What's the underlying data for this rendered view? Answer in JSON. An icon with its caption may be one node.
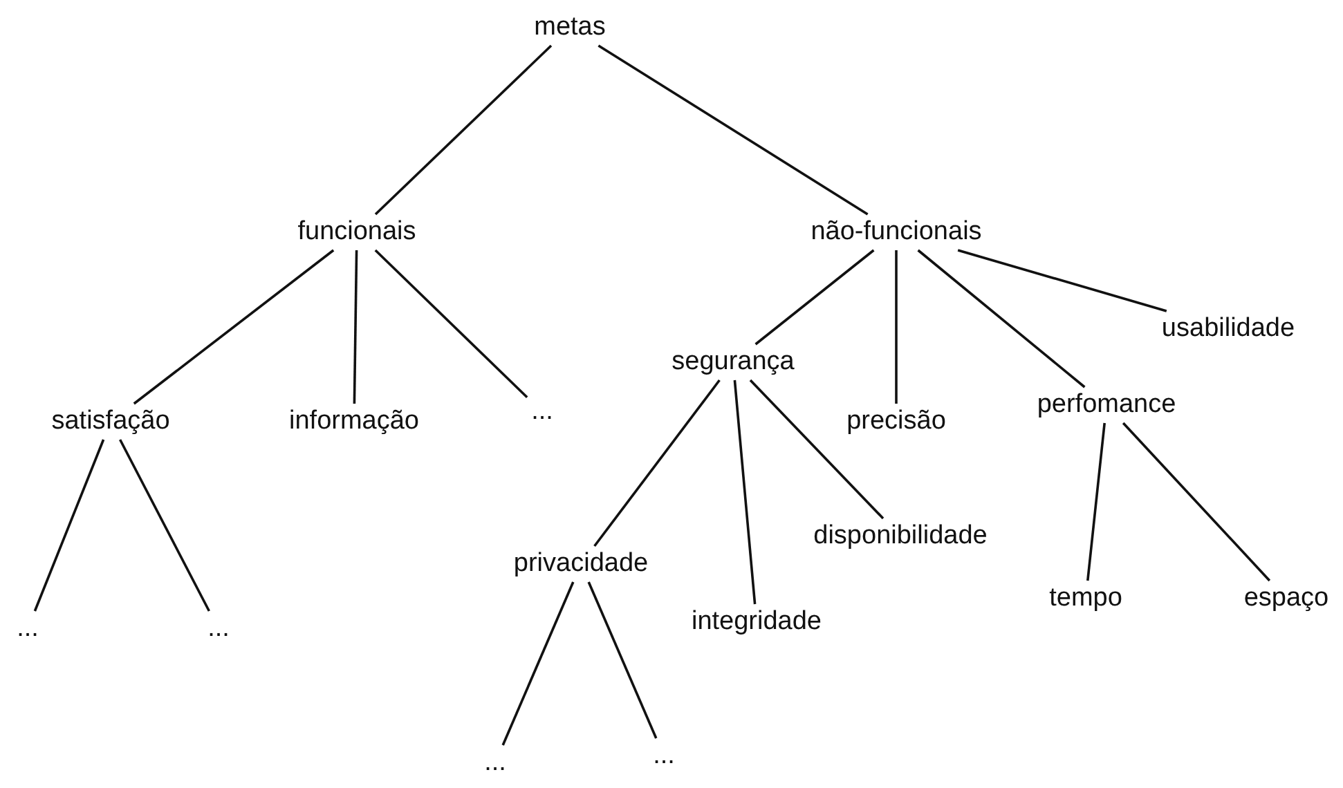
{
  "diagram": {
    "nodes": [
      {
        "text": [
          "metas"
        ]
      },
      {
        "text": [
          "funcionais"
        ]
      },
      {
        "text": [
          "não-funcionais"
        ]
      },
      {
        "text": [
          "satisfação"
        ]
      },
      {
        "text": [
          "informação"
        ]
      },
      {
        "text": [
          "..."
        ]
      },
      {
        "text": [
          "segurança"
        ]
      },
      {
        "text": [
          "precisão"
        ]
      },
      {
        "text": [
          "perfomance"
        ]
      },
      {
        "text": [
          "usabilidade"
        ]
      },
      {
        "text": [
          "..."
        ]
      },
      {
        "text": [
          "..."
        ]
      },
      {
        "text": [
          "privacidade"
        ]
      },
      {
        "text": [
          "disponibilidade"
        ]
      },
      {
        "text": [
          "integridade"
        ]
      },
      {
        "text": [
          "tempo"
        ]
      },
      {
        "text": [
          "espaço"
        ]
      },
      {
        "text": [
          "..."
        ]
      },
      {
        "text": [
          "..."
        ]
      }
    ],
    "edges": [
      {
        "from": 0,
        "to": 1,
        "arrow": "none"
      },
      {
        "from": 0,
        "to": 2,
        "arrow": "none"
      },
      {
        "from": 1,
        "to": 3,
        "arrow": "none"
      },
      {
        "from": 1,
        "to": 4,
        "arrow": "none"
      },
      {
        "from": 1,
        "to": 5,
        "arrow": "none"
      },
      {
        "from": 2,
        "to": 6,
        "arrow": "none"
      },
      {
        "from": 2,
        "to": 7,
        "arrow": "none"
      },
      {
        "from": 2,
        "to": 8,
        "arrow": "none"
      },
      {
        "from": 2,
        "to": 9,
        "arrow": "none"
      },
      {
        "from": 3,
        "to": 10,
        "arrow": "none"
      },
      {
        "from": 3,
        "to": 11,
        "arrow": "none"
      },
      {
        "from": 6,
        "to": 12,
        "arrow": "none"
      },
      {
        "from": 6,
        "to": 14,
        "arrow": "none"
      },
      {
        "from": 6,
        "to": 13,
        "arrow": "none"
      },
      {
        "from": 8,
        "to": 15,
        "arrow": "none"
      },
      {
        "from": 8,
        "to": 16,
        "arrow": "none"
      },
      {
        "from": 12,
        "to": 17,
        "arrow": "none"
      },
      {
        "from": 12,
        "to": 18,
        "arrow": "none"
      }
    ]
  }
}
